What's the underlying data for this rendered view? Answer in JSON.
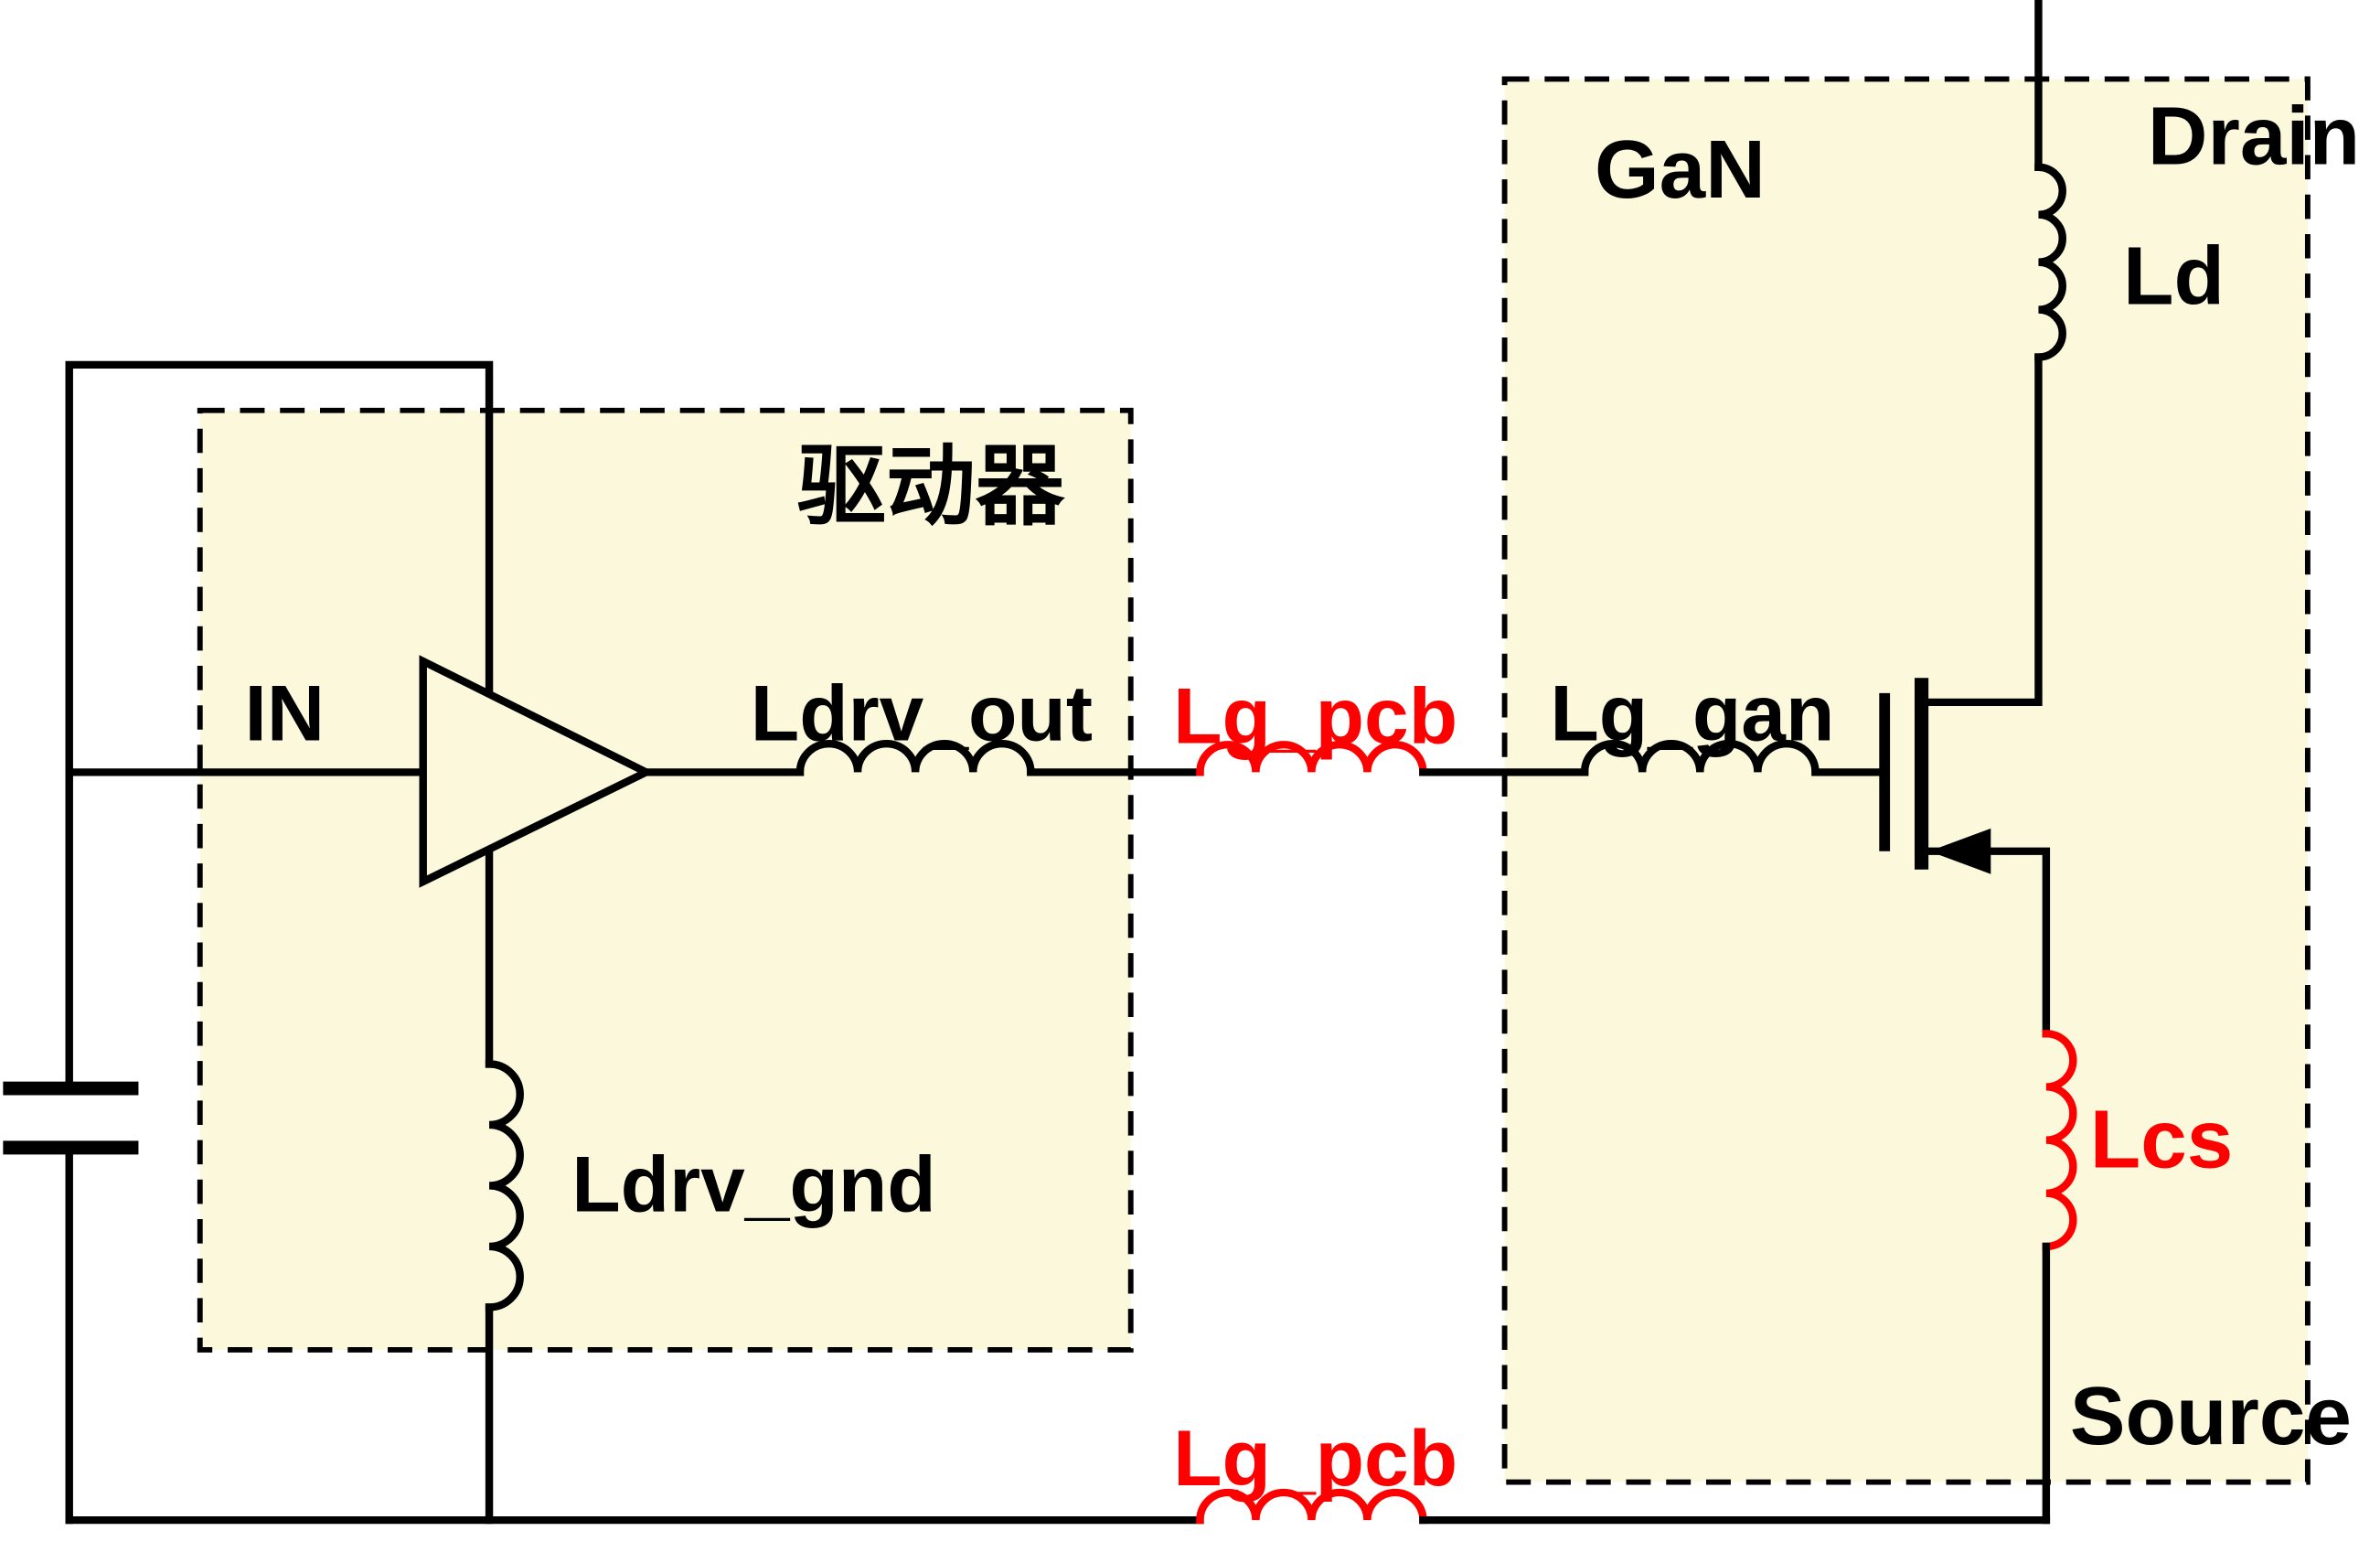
{
  "colors": {
    "background": "#ffffff",
    "box_fill": "#fbf8dc",
    "wire": "#000000",
    "accent_red": "#fe0000",
    "label": "#000000"
  },
  "driver": {
    "title": "驱动器",
    "input_label": "IN",
    "output_inductor": "Ldrv_out",
    "ground_inductor": "Ldrv_gnd"
  },
  "gan": {
    "title": "GaN",
    "gate_inductor": "Lg_gan",
    "drain_inductor": "Ld",
    "source_inductor": "Lcs",
    "drain_terminal": "Drain",
    "source_terminal": "Source"
  },
  "pcb": {
    "gate_trace_inductor": "Lg_pcb",
    "return_trace_inductor": "Lg_pcb"
  }
}
